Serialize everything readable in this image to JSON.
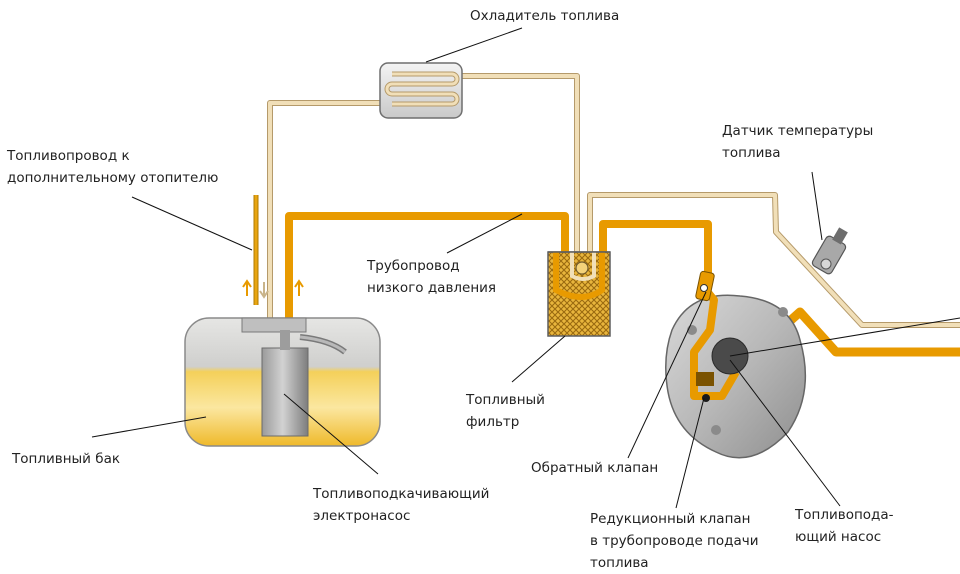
{
  "labels": {
    "fuel_cooler": "Охладитель топлива",
    "heater_line": "Топливопровод к\nдополнительному отопителю",
    "temp_sensor": "Датчик температуры\nтоплива",
    "low_pressure_line": "Трубопровод\nнизкого давления",
    "fuel_filter": "Топливный\nфильтр",
    "fuel_tank": "Топливный бак",
    "transfer_pump": "Топливоподкачивающий\nэлектронасос",
    "check_valve": "Обратный клапан",
    "reducing_valve": "Редукционный клапан\nв трубопроводе подачи\nтоплива",
    "supply_pump": "Топливопода-\nющий насос"
  },
  "colors": {
    "supply_line": "#e89a00",
    "return_line": "#f1dfb8",
    "return_line_edge": "#b59a6a",
    "tank_body": "#d7d7d5",
    "fuel": "#f2c23a",
    "filter_media": "#c08a1c",
    "text": "#222222",
    "leader": "#111111"
  }
}
